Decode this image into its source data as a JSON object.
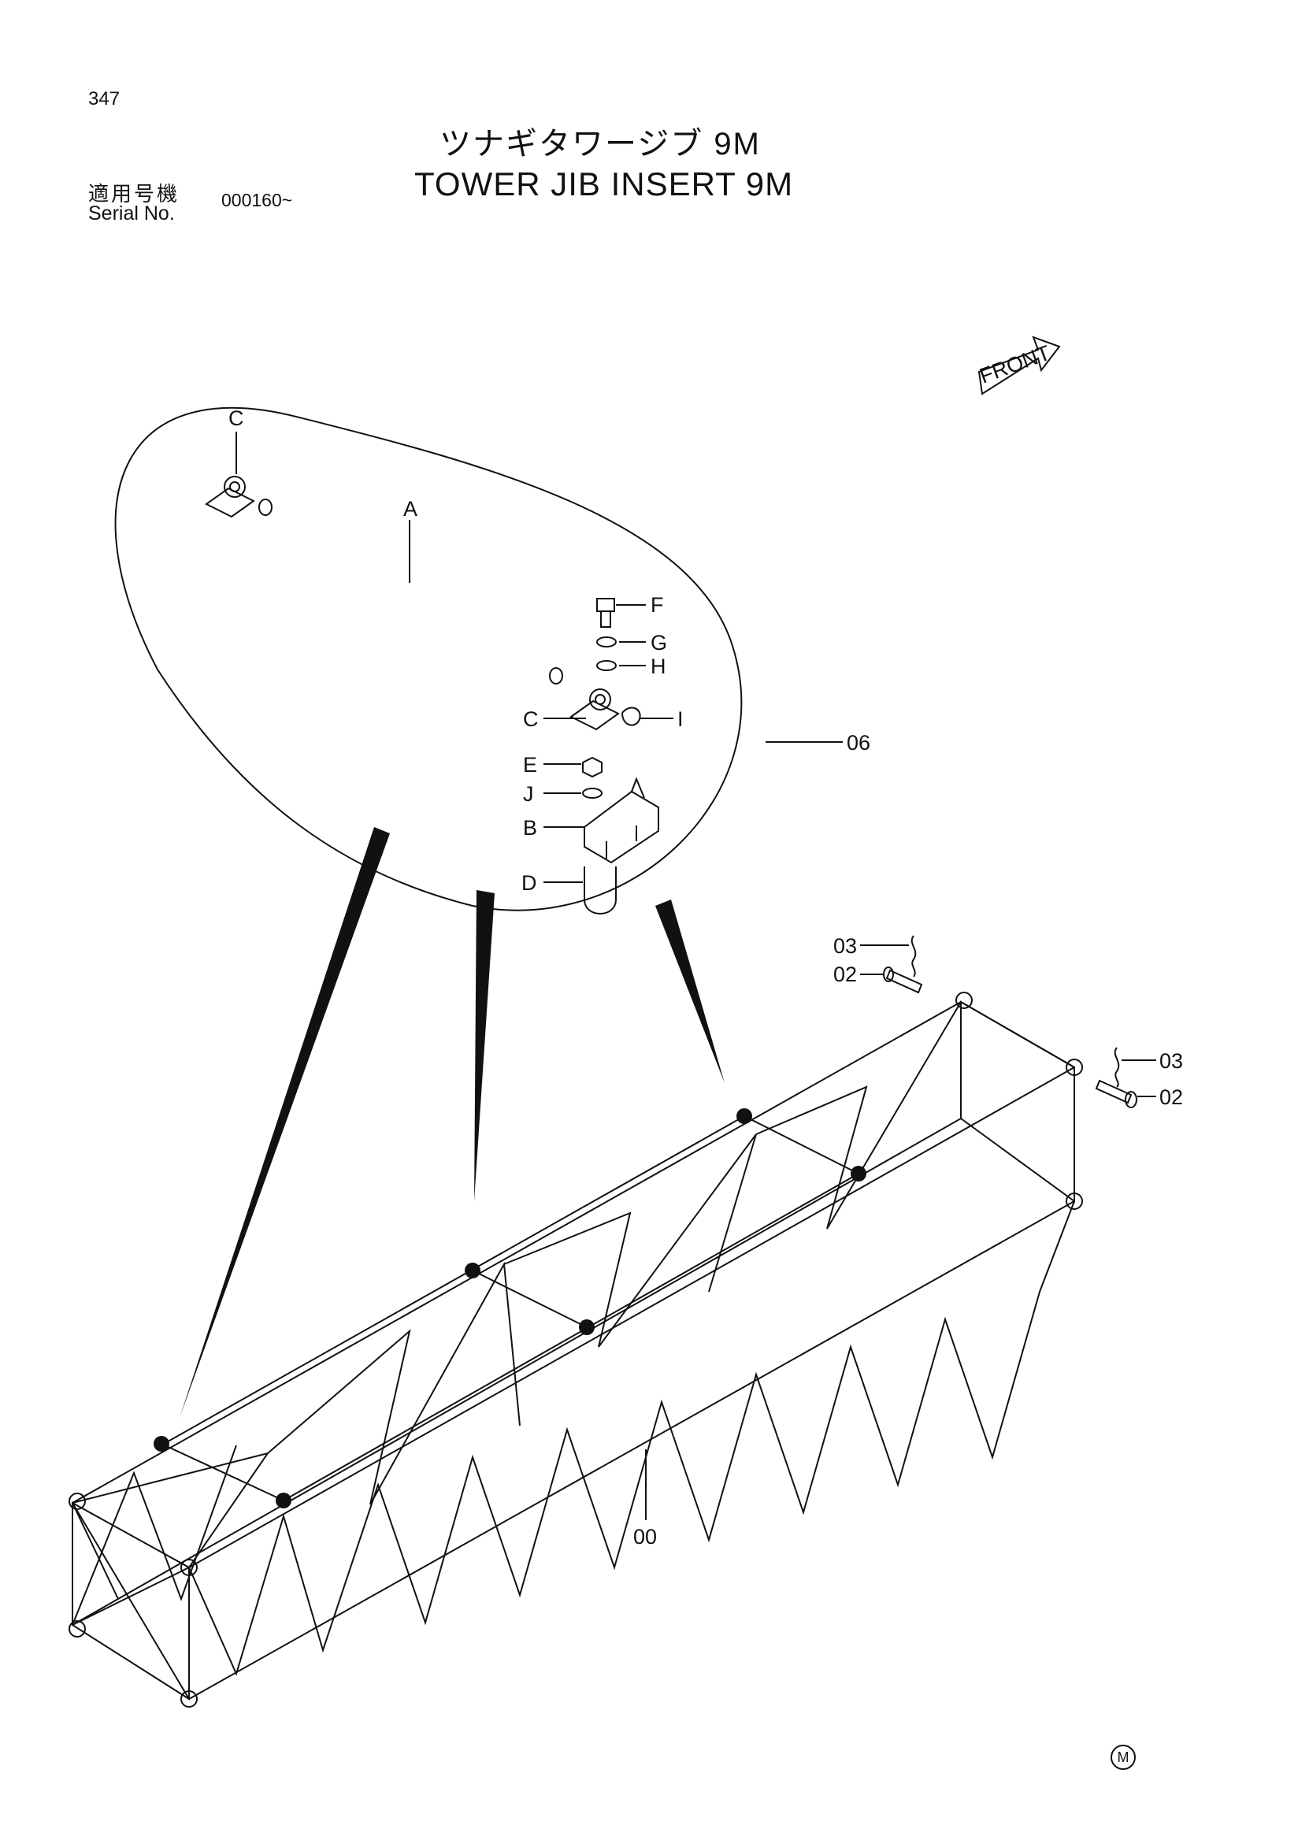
{
  "page_number": "347",
  "title_jp": "ツナギタワージブ 9M",
  "title_en": "TOWER JIB INSERT 9M",
  "serial_label_jp": "適用号機",
  "serial_label_en": "Serial No.",
  "serial_value": "000160~",
  "front_label": "FRONT",
  "stamp": "M",
  "callouts": {
    "A": "A",
    "B": "B",
    "C_top": "C",
    "C_mid": "C",
    "D": "D",
    "E": "E",
    "F": "F",
    "G": "G",
    "H": "H",
    "I": "I",
    "J": "J",
    "p06": "06",
    "p00": "00",
    "p03_left": "03",
    "p02_left": "02",
    "p03_right": "03",
    "p02_right": "02"
  }
}
